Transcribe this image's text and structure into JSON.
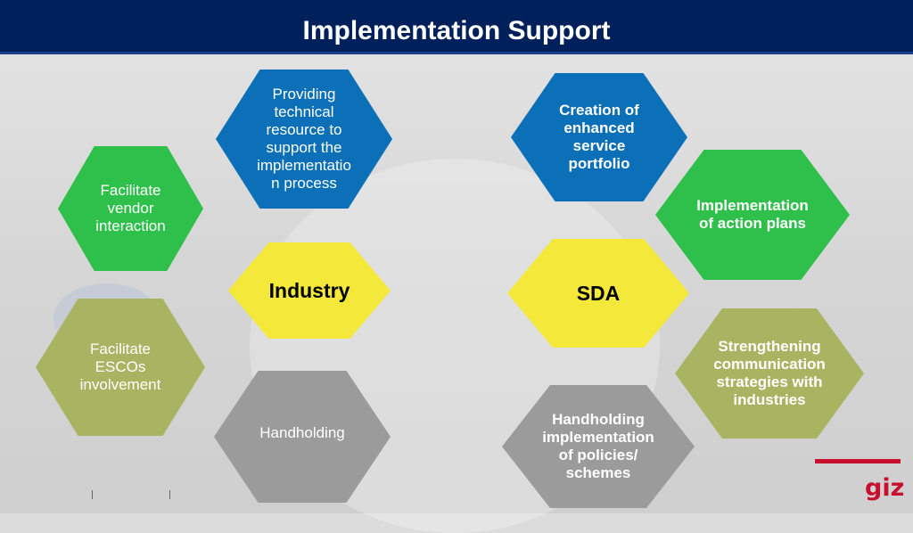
{
  "header": {
    "title": "Implementation Support"
  },
  "hexagons": {
    "technical_resource": "Providing\ntechnical\nresource to\nsupport the\nimplementatio\nn process",
    "enhanced_service": "Creation of\nenhanced\nservice\nportfolio",
    "vendor_interaction": "Facilitate\nvendor\ninteraction",
    "action_plans": "Implementation\nof action plans",
    "industry": "Industry",
    "sda": "SDA",
    "escos": "Facilitate\nESCOs\ninvolvement",
    "communication": "Strengthening\ncommunication\nstrategies with\nindustries",
    "handholding": "Handholding",
    "handholding_policies": "Handholding\nimplementation\nof policies/\nschemes"
  },
  "footer": {
    "logo": "giz"
  },
  "colors": {
    "header": "#00205b",
    "blue": "#0b70b7",
    "green": "#2ec04b",
    "olive": "#a9b462",
    "gray": "#9b9b9b",
    "yellow": "#f4e93a",
    "brand_red": "#c8102e"
  }
}
